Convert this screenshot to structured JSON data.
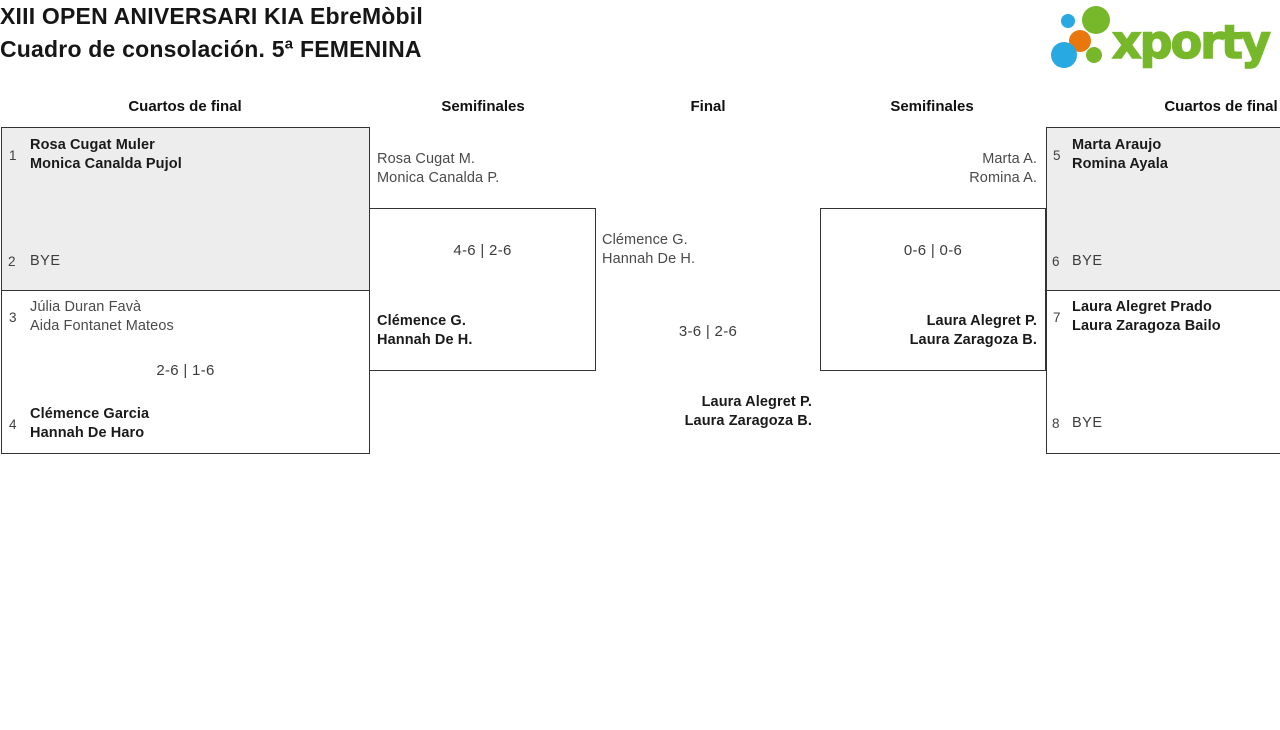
{
  "header": {
    "title_line1": "XIII OPEN ANIVERSARI KIA EbreMòbil",
    "title_line2": "Cuadro de consolación. 5ª FEMENINA"
  },
  "logo": {
    "text": "xporty",
    "green": "#76b82a",
    "blue": "#29a9e1",
    "orange": "#e8770e"
  },
  "rounds": {
    "qf_left": "Cuartos de final",
    "sf_left": "Semifinales",
    "final": "Final",
    "sf_right": "Semifinales",
    "qf_right": "Cuartos de final"
  },
  "bracket": {
    "qf1": {
      "seed_top": "1",
      "team_top_p1": "Rosa Cugat Muler",
      "team_top_p2": "Monica Canalda Pujol",
      "seed_bottom": "2",
      "bye": "BYE"
    },
    "qf2": {
      "seed_top": "3",
      "team_top_p1": "Júlia Duran Favà",
      "team_top_p2": "Aida Fontanet Mateos",
      "score": "2-6 | 1-6",
      "seed_bottom": "4",
      "team_bottom_p1": "Clémence Garcia",
      "team_bottom_p2": "Hannah De Haro"
    },
    "sf1": {
      "team_top_p1": "Rosa Cugat M.",
      "team_top_p2": "Monica Canalda P.",
      "score": "4-6 | 2-6",
      "team_bottom_p1": "Clémence G.",
      "team_bottom_p2": "Hannah De H."
    },
    "final": {
      "team_top_p1": "Clémence G.",
      "team_top_p2": "Hannah De H.",
      "score": "3-6 | 2-6",
      "team_bottom_p1": "Laura Alegret P.",
      "team_bottom_p2": "Laura Zaragoza B."
    },
    "sf2": {
      "team_top_p1": "Marta A.",
      "team_top_p2": "Romina A.",
      "score": "0-6 | 0-6",
      "team_bottom_p1": "Laura Alegret P.",
      "team_bottom_p2": "Laura Zaragoza B."
    },
    "qf3": {
      "seed_top": "5",
      "team_top_p1": "Marta Araujo",
      "team_top_p2": "Romina Ayala",
      "seed_bottom": "6",
      "bye": "BYE"
    },
    "qf4": {
      "seed_top": "7",
      "team_top_p1": "Laura Alegret Prado",
      "team_top_p2": "Laura Zaragoza Bailo",
      "seed_bottom": "8",
      "bye": "BYE"
    }
  }
}
